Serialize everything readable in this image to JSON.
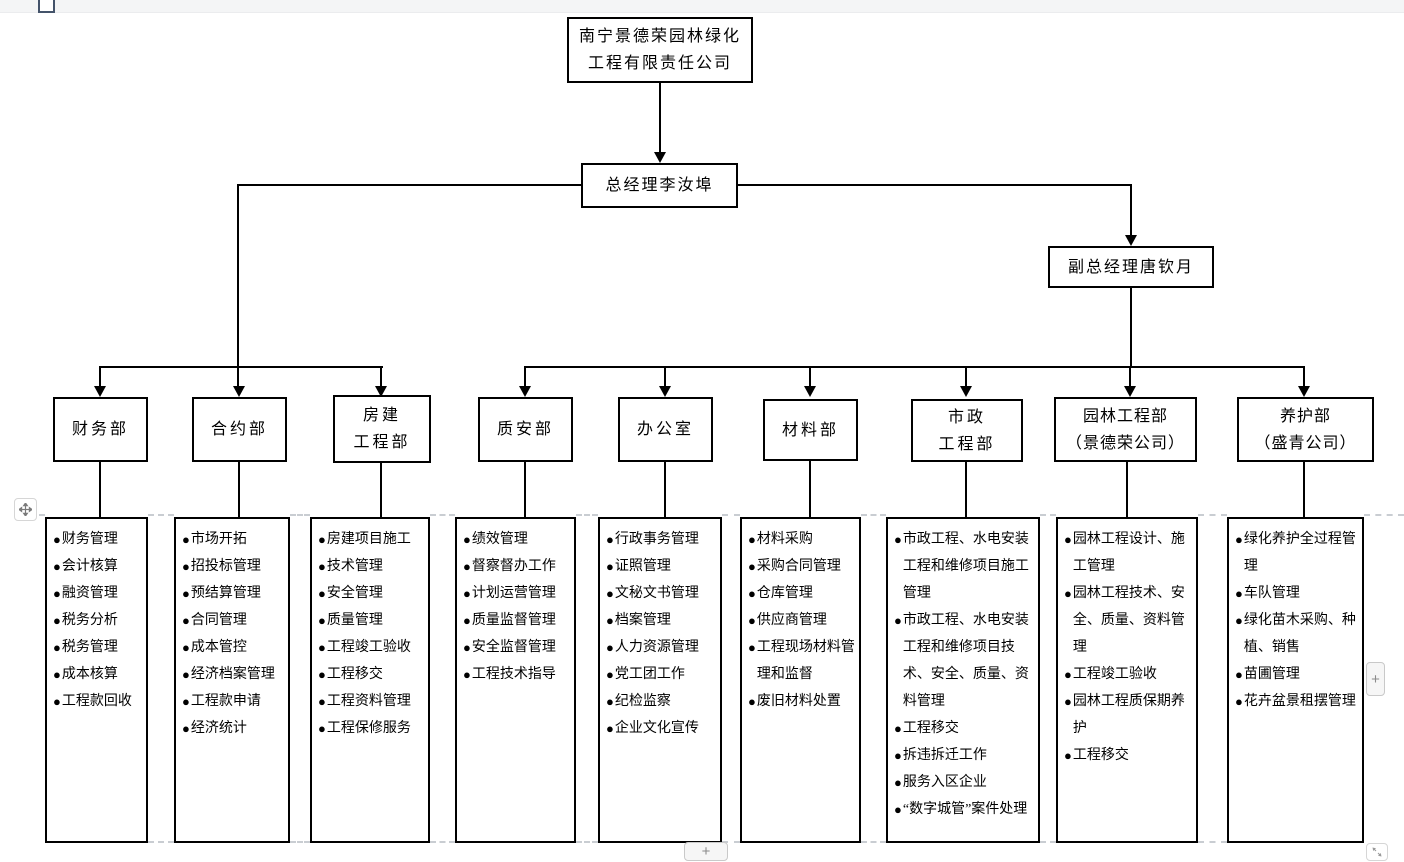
{
  "glyphs": {
    "bullet": "●"
  },
  "controls": {
    "insert_row_label": "+",
    "insert_col_label": "+"
  },
  "org": {
    "company": {
      "lines": [
        "南宁景德荣园林绿化",
        "工程有限责任公司"
      ]
    },
    "gm": {
      "label": "总经理李汝埠"
    },
    "deputy": {
      "label": "副总经理唐钦月"
    },
    "departments": [
      {
        "name_lines": [
          "财务部"
        ],
        "duties": [
          "财务管理",
          "会计核算",
          "融资管理",
          "税务分析",
          "税务管理",
          "成本核算",
          "工程款回收"
        ]
      },
      {
        "name_lines": [
          "合约部"
        ],
        "duties": [
          "市场开拓",
          "招投标管理",
          "预结算管理",
          "合同管理",
          "成本管控",
          "经济档案管理",
          "工程款申请",
          "经济统计"
        ]
      },
      {
        "name_lines": [
          "房建",
          "工程部"
        ],
        "duties": [
          "房建项目施工",
          "技术管理",
          "安全管理",
          "质量管理",
          "工程竣工验收",
          "工程移交",
          "工程资料管理",
          "工程保修服务"
        ]
      },
      {
        "name_lines": [
          "质安部"
        ],
        "duties": [
          "绩效管理",
          "督察督办工作",
          "计划运营管理",
          "质量监督管理",
          "安全监督管理",
          "工程技术指导"
        ]
      },
      {
        "name_lines": [
          "办公室"
        ],
        "duties": [
          "行政事务管理",
          "证照管理",
          "文秘文书管理",
          "档案管理",
          "人力资源管理",
          "党工团工作",
          "纪检监察",
          "企业文化宣传"
        ]
      },
      {
        "name_lines": [
          "材料部"
        ],
        "duties": [
          "材料采购",
          "采购合同管理",
          "仓库管理",
          "供应商管理",
          "工程现场材料管理和监督",
          "废旧材料处置"
        ]
      },
      {
        "name_lines": [
          "市政",
          "工程部"
        ],
        "duties": [
          "市政工程、水电安装工程和维修项目施工管理",
          "市政工程、水电安装工程和维修项目技术、安全、质量、资料管理",
          "工程移交",
          "拆违拆迁工作",
          "服务入区企业",
          "“数字城管”案件处理"
        ]
      },
      {
        "name_lines": [
          "园林工程部",
          "（景德荣公司）"
        ],
        "duties": [
          "园林工程设计、施工管理",
          "园林工程技术、安全、质量、资料管理",
          "工程竣工验收",
          "园林工程质保期养护",
          "工程移交"
        ]
      },
      {
        "name_lines": [
          "养护部",
          "（盛青公司）"
        ],
        "duties": [
          "绿化养护全过程管理",
          "车队管理",
          "绿化苗木采购、种植、销售",
          "苗圃管理",
          "花卉盆景租摆管理"
        ]
      }
    ]
  }
}
